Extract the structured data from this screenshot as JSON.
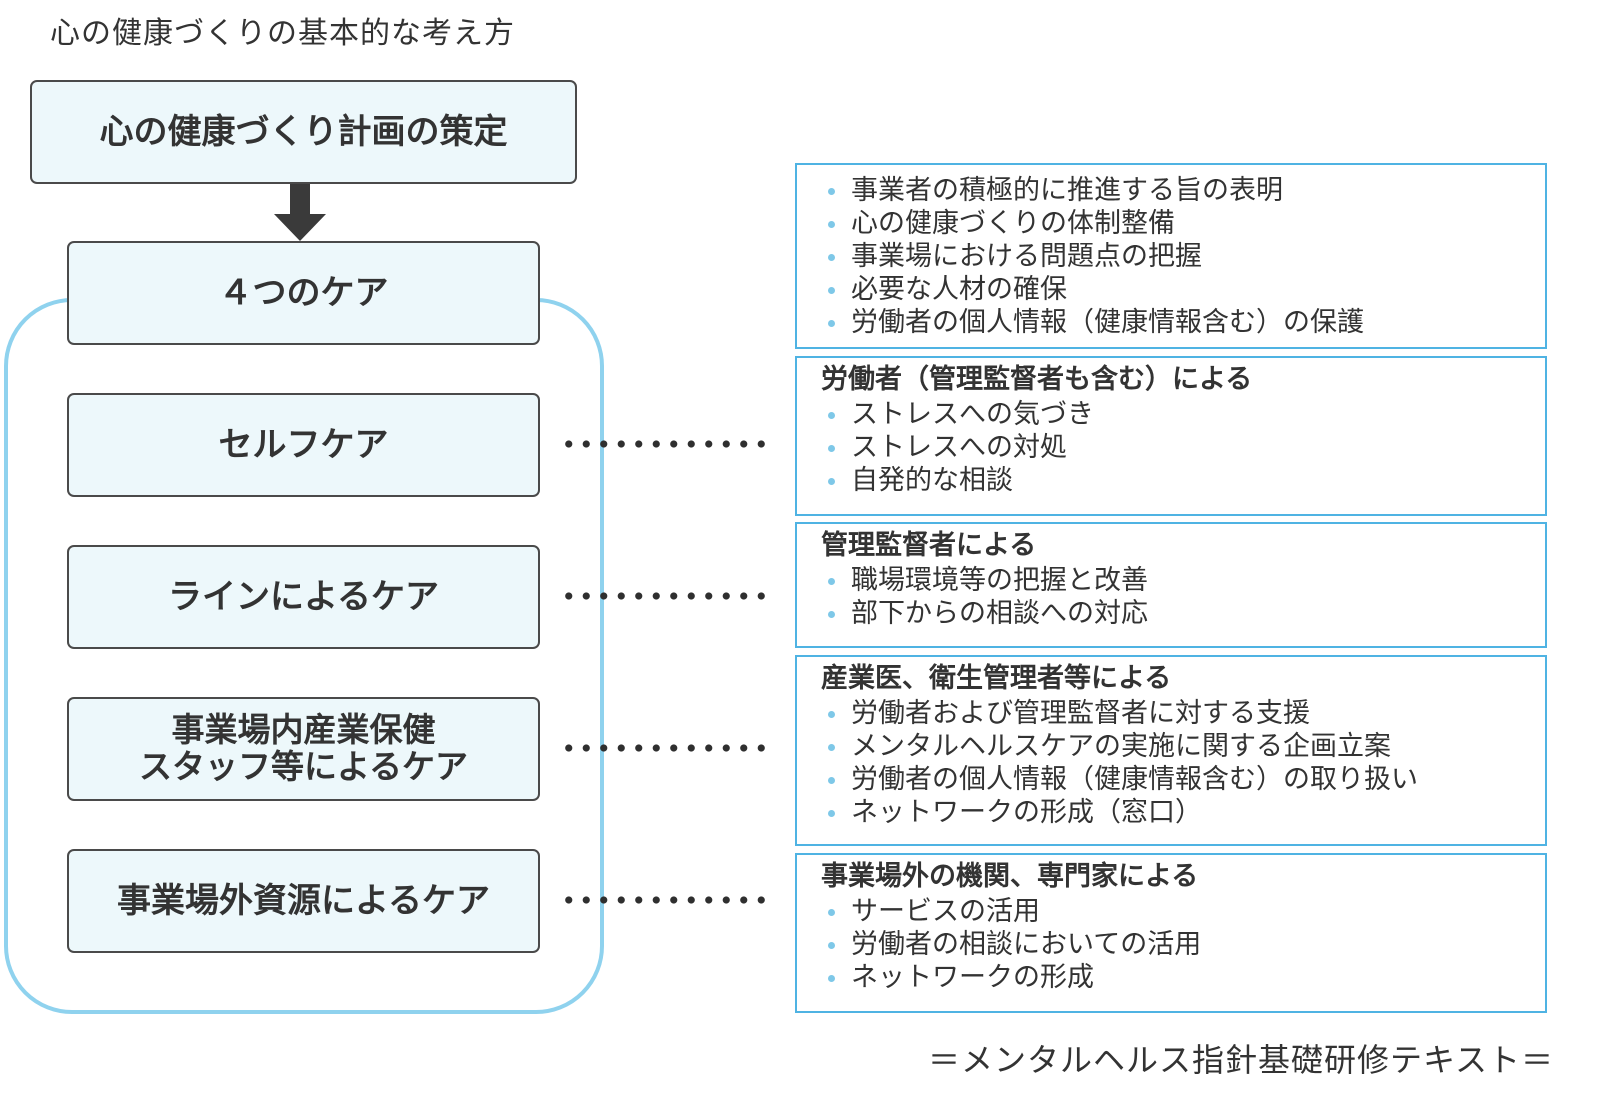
{
  "title": "心の健康づくりの基本的な考え方",
  "plan_box": "心の健康づくり計画の策定",
  "four_care": "４つのケア",
  "cares": [
    {
      "lines": [
        "セルフケア"
      ]
    },
    {
      "lines": [
        "ラインによるケア"
      ]
    },
    {
      "lines": [
        "事業場内産業保健",
        "スタッフ等によるケア"
      ]
    },
    {
      "lines": [
        "事業場外資源によるケア"
      ]
    }
  ],
  "panels": [
    {
      "heading": "",
      "items": [
        "事業者の積極的に推進する旨の表明",
        "心の健康づくりの体制整備",
        "事業場における問題点の把握",
        "必要な人材の確保",
        "労働者の個人情報（健康情報含む）の保護"
      ]
    },
    {
      "heading": "労働者（管理監督者も含む）による",
      "items": [
        "ストレスへの気づき",
        "ストレスへの対処",
        "自発的な相談"
      ]
    },
    {
      "heading": "管理監督者による",
      "items": [
        "職場環境等の把握と改善",
        "部下からの相談への対応"
      ]
    },
    {
      "heading": "産業医、衛生管理者等による",
      "items": [
        "労働者および管理監督者に対する支援",
        "メンタルヘルスケアの実施に関する企画立案",
        "労働者の個人情報（健康情報含む）の取り扱い",
        "ネットワークの形成（窓口）"
      ]
    },
    {
      "heading": "事業場外の機関、専門家による",
      "items": [
        "サービスの活用",
        "労働者の相談においての活用",
        "ネットワークの形成"
      ]
    }
  ],
  "source": "＝メンタルヘルス指針基礎研修テキスト＝",
  "colors": {
    "box_fill": "#edf8fb",
    "frame": "#8fd2ee",
    "panel_border": "#4fb3e3",
    "bullet": "#7ec8e8"
  }
}
